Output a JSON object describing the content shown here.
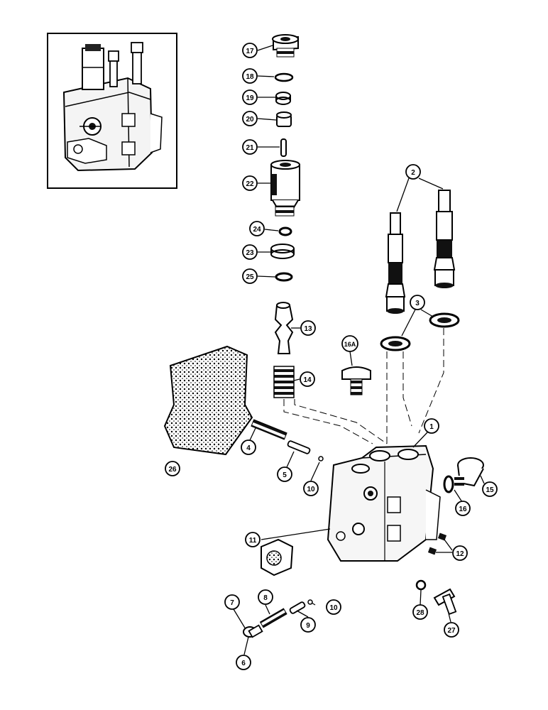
{
  "diagram": {
    "inset_label": "assembled valve inset",
    "callouts": {
      "c1": "1",
      "c2": "2",
      "c3": "3",
      "c4": "4",
      "c5": "5",
      "c6": "6",
      "c7": "7",
      "c8": "8",
      "c9": "9",
      "c10a": "10",
      "c10b": "10",
      "c11": "11",
      "c12": "12",
      "c13": "13",
      "c14": "14",
      "c15": "15",
      "c16": "16",
      "c16a": "16A",
      "c17": "17",
      "c18": "18",
      "c19": "19",
      "c20": "20",
      "c21": "21",
      "c22": "22",
      "c23": "23",
      "c24": "24",
      "c25": "25",
      "c26": "26",
      "c27": "27",
      "c28": "28"
    }
  }
}
